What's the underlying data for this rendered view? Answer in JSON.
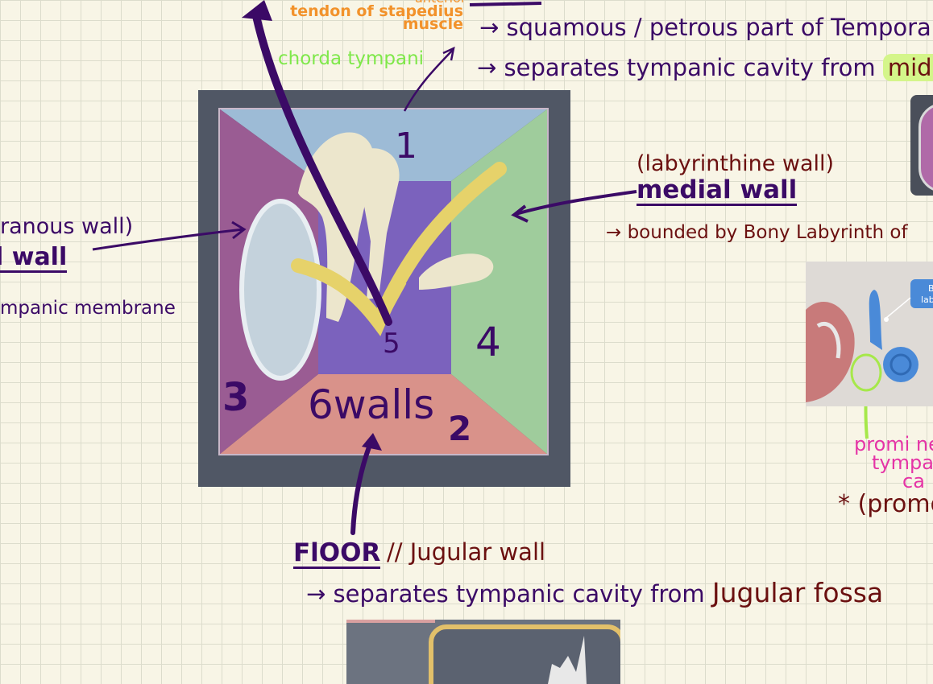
{
  "labels": {
    "wall_number_1": "1",
    "wall_number_2": "2",
    "wall_number_3": "3",
    "wall_number_4": "4",
    "wall_number_5": "5",
    "center_text": "6walls",
    "tendon_stapedius": "tendon of stapedius muscle",
    "chorda_tympani": "chorda tympani",
    "roof_top_fragment": "anterior",
    "squamous": "→ squamous / petrous part of Temporal b",
    "separates_middle_prefix": "→ separates tympanic cavity from",
    "separates_middle_highlight": "midd",
    "labyrinthine_wall": "(labyrinthine wall)",
    "medial_wall": "medial wall",
    "bounded_by": "→ bounded by Bony Labyrinth of",
    "membranous_wall": "ranous wall)",
    "lateral_wall": "l wall",
    "tympanic_membrane": "mpanic membrane",
    "floor": "FlOOR",
    "jugular_wall": "// Jugular wall",
    "jugular_fossa_prefix": "→ separates tympanic cavity from",
    "jugular_fossa": "Jugular fossa",
    "prominence_1": "promi nen",
    "prominence_2": "tympa",
    "prominence_3": "ca",
    "promontory": "* (promon",
    "callout_line1": "B",
    "callout_line2": "lab"
  },
  "colors": {
    "ink_purple": "#3b0a66",
    "ink_maroon": "#6b1010",
    "orange": "#f2922b",
    "green": "#7fe84a",
    "pink": "#e534a6",
    "highlight": "#d4f58a"
  }
}
